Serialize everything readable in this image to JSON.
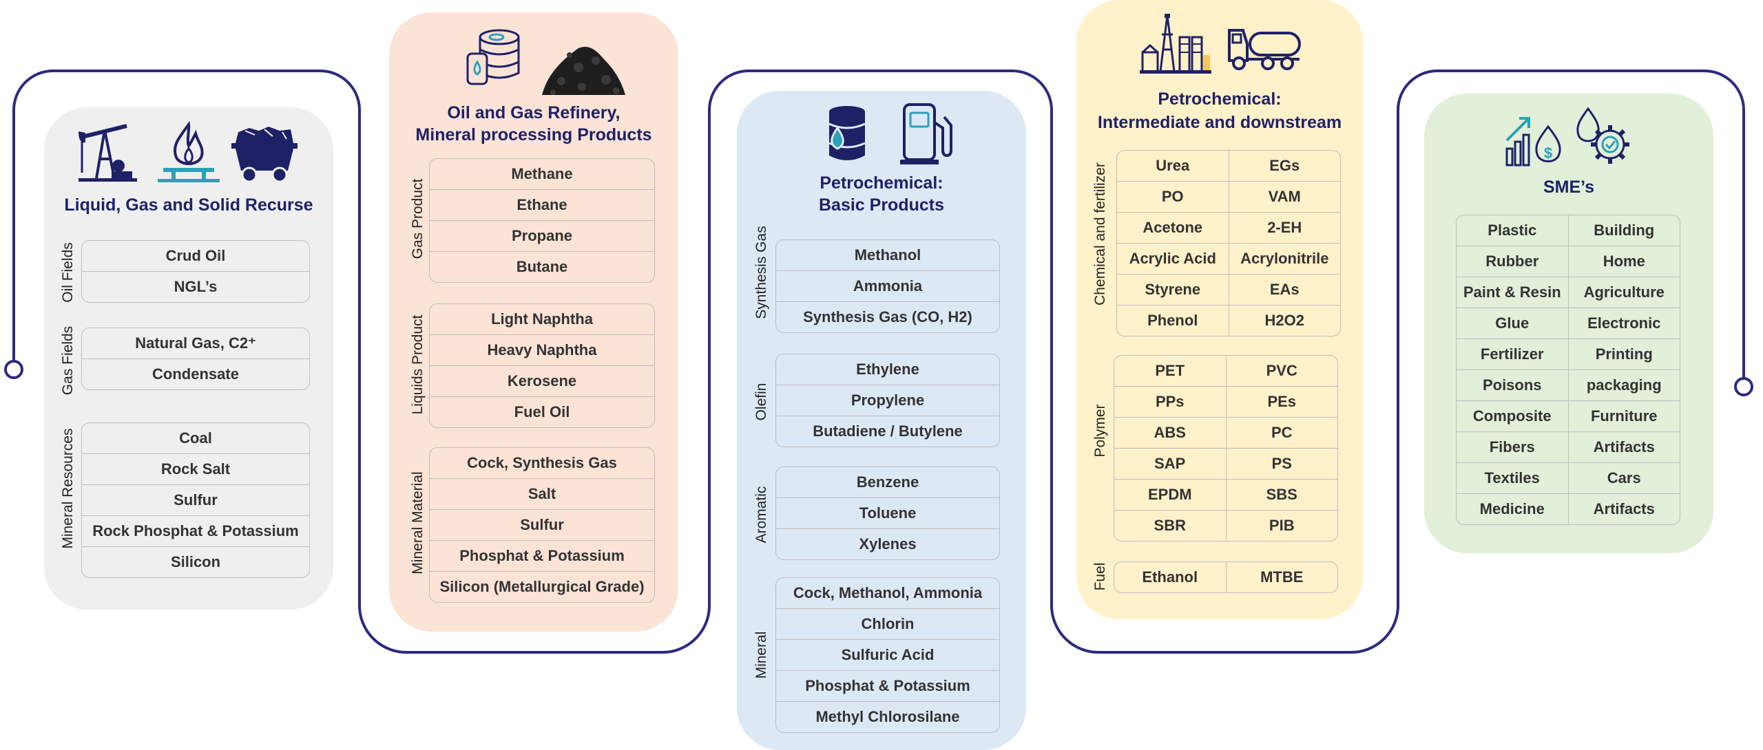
{
  "colors": {
    "frame": "#2e2a80",
    "navy": "#1f2167",
    "gray": "#efefef",
    "peach": "#fbe3d6",
    "blue": "#dde8f5",
    "yellow": "#fff1c9",
    "green": "#e2efd9"
  },
  "p1": {
    "title": "Liquid, Gas and Solid Recurse",
    "icons": [
      "oil-pump-icon",
      "gas-flame-icon",
      "coal-cart-icon"
    ],
    "groups": [
      {
        "label": "Oil Fields",
        "items": [
          "Crud Oil",
          "NGL’s"
        ]
      },
      {
        "label": "Gas Fields",
        "items": [
          "Natural Gas, C2⁺",
          "Condensate"
        ]
      },
      {
        "label": "Mineral Resources",
        "items": [
          "Coal",
          "Rock Salt",
          "Sulfur",
          "Rock Phosphat & Potassium",
          "Silicon"
        ]
      }
    ]
  },
  "p2": {
    "title_line1": "Oil and Gas Refinery,",
    "title_line2": "Mineral processing Products",
    "icons": [
      "oil-barrels-icon",
      "coal-pile-icon"
    ],
    "groups": [
      {
        "label": "Gas Product",
        "items": [
          "Methane",
          "Ethane",
          "Propane",
          "Butane"
        ]
      },
      {
        "label": "Liquids Product",
        "items": [
          "Light Naphtha",
          "Heavy Naphtha",
          "Kerosene",
          "Fuel Oil"
        ]
      },
      {
        "label": "Mineral Material",
        "items": [
          "Cock, Synthesis Gas",
          "Salt",
          "Sulfur",
          "Phosphat & Potassium",
          "Silicon (Metallurgical Grade)"
        ]
      }
    ]
  },
  "p3": {
    "title_line1": "Petrochemical:",
    "title_line2": "Basic Products",
    "icons": [
      "oil-barrel-drop-icon",
      "fuel-pump-icon"
    ],
    "groups": [
      {
        "label": "Synthesis Gas",
        "items": [
          "Methanol",
          "Ammonia",
          "Synthesis Gas (CO, H2)"
        ]
      },
      {
        "label": "Olefin",
        "items": [
          "Ethylene",
          "Propylene",
          "Butadiene / Butylene"
        ]
      },
      {
        "label": "Aromatic",
        "items": [
          "Benzene",
          "Toluene",
          "Xylenes"
        ]
      },
      {
        "label": "Mineral",
        "items": [
          "Cock, Methanol, Ammonia",
          "Chlorin",
          "Sulfuric Acid",
          "Phosphat & Potassium",
          "Methyl Chlorosilane"
        ]
      }
    ]
  },
  "p4": {
    "title_line1": "Petrochemical:",
    "title_line2": "Intermediate and downstream",
    "icons": [
      "refinery-plant-icon",
      "tanker-truck-icon"
    ],
    "groups": [
      {
        "label": "Chemical and fertilizer",
        "rows": [
          [
            "Urea",
            "EGs"
          ],
          [
            "PO",
            "VAM"
          ],
          [
            "Acetone",
            "2-EH"
          ],
          [
            "Acrylic Acid",
            "Acrylonitrile"
          ],
          [
            "Styrene",
            "EAs"
          ],
          [
            "Phenol",
            "H2O2"
          ]
        ]
      },
      {
        "label": "Polymer",
        "rows": [
          [
            "PET",
            "PVC"
          ],
          [
            "PPs",
            "PEs"
          ],
          [
            "ABS",
            "PC"
          ],
          [
            "SAP",
            "PS"
          ],
          [
            "EPDM",
            "SBS"
          ],
          [
            "SBR",
            "PIB"
          ]
        ]
      },
      {
        "label": "Fuel",
        "rows": [
          [
            "Ethanol",
            "MTBE"
          ]
        ]
      }
    ]
  },
  "p5": {
    "title": "SME’s",
    "icons": [
      "growth-chart-dollar-icon",
      "drop-gear-check-icon"
    ],
    "rows": [
      [
        "Plastic",
        "Building"
      ],
      [
        "Rubber",
        "Home"
      ],
      [
        "Paint & Resin",
        "Agriculture"
      ],
      [
        "Glue",
        "Electronic"
      ],
      [
        "Fertilizer",
        "Printing"
      ],
      [
        "Poisons",
        "packaging"
      ],
      [
        "Composite",
        "Furniture"
      ],
      [
        "Fibers",
        "Artifacts"
      ],
      [
        "Textiles",
        "Cars"
      ],
      [
        "Medicine",
        "Artifacts"
      ]
    ]
  }
}
